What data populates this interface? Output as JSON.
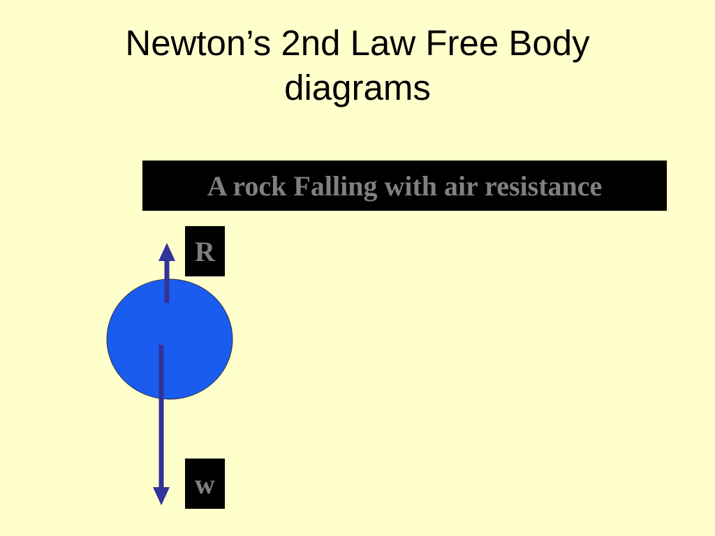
{
  "slide": {
    "title_line1": "Newton’s 2nd Law Free Body",
    "title_line2": "diagrams",
    "caption": "A rock Falling with air resistance"
  },
  "forces": {
    "resistance_label": "R",
    "weight_label": "w"
  },
  "colors": {
    "background": "#FFFFCC",
    "rock": "#1A5CF0",
    "arrow": "#333399",
    "label_box": "#000000",
    "label_text": "#808080"
  }
}
